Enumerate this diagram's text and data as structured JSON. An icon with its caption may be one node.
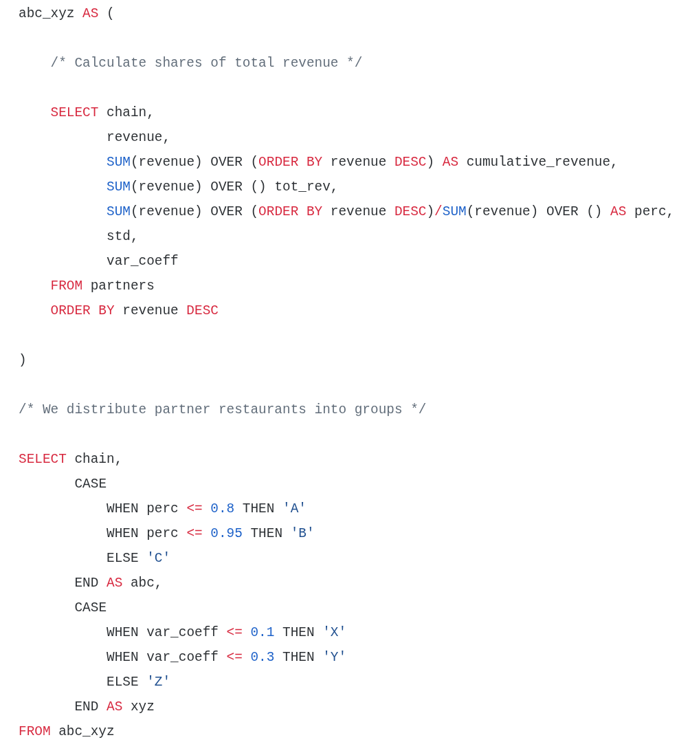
{
  "diagram": {
    "labels": [
      "abc_xyz AS (",
      "/* Calculate shares of total revenue */",
      "SELECT chain,",
      "revenue,",
      "SUM(revenue) OVER (ORDER BY revenue DESC) AS cumulative_revenue,",
      "SUM(revenue) OVER () tot_rev,",
      "SUM(revenue) OVER (ORDER BY revenue DESC)/SUM(revenue) OVER () AS perc,",
      "std,",
      "var_coeff",
      "FROM partners",
      "ORDER BY revenue DESC",
      ")",
      "/* We distribute partner restaurants into groups */",
      "SELECT chain,",
      "CASE",
      "WHEN perc <= 0.8 THEN 'A'",
      "WHEN perc <= 0.95 THEN 'B'",
      "ELSE 'C'",
      "END AS abc,",
      "CASE",
      "WHEN var_coeff <= 0.1 THEN 'X'",
      "WHEN var_coeff <= 0.3 THEN 'Y'",
      "ELSE 'Z'",
      "END AS xyz",
      "FROM abc_xyz"
    ]
  }
}
